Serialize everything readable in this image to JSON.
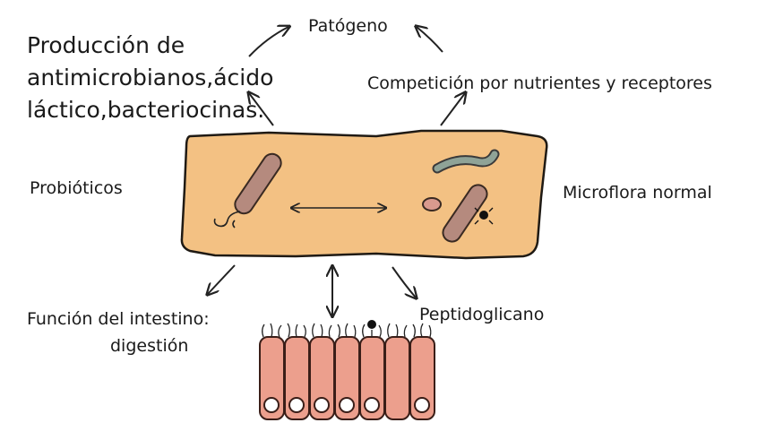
{
  "labels": {
    "pathogen": "Patógeno",
    "antimicrobials_line1": "Producción de",
    "antimicrobials_line2": "antimicrobianos,ácido",
    "antimicrobials_line3": "láctico,bacteriocinas.",
    "competition": "Competición por nutrientes y receptores",
    "probiotics": "Probióticos",
    "normal_flora": "Microflora normal",
    "gut_function_line1": "Función del intestino:",
    "gut_function_line2": "digestión",
    "peptidoglycan": "Peptidoglicano"
  },
  "colors": {
    "cell_fill": "#f3c183",
    "cell_stroke": "#1f1a14",
    "probiotic_rod": "#b58a7e",
    "flora_worm": "#8fa397",
    "flora_cocci": "#d99a8e",
    "epithelium_fill": "#ec9f8d",
    "epithelium_stroke": "#3a1e18",
    "arrow": "#222222"
  }
}
